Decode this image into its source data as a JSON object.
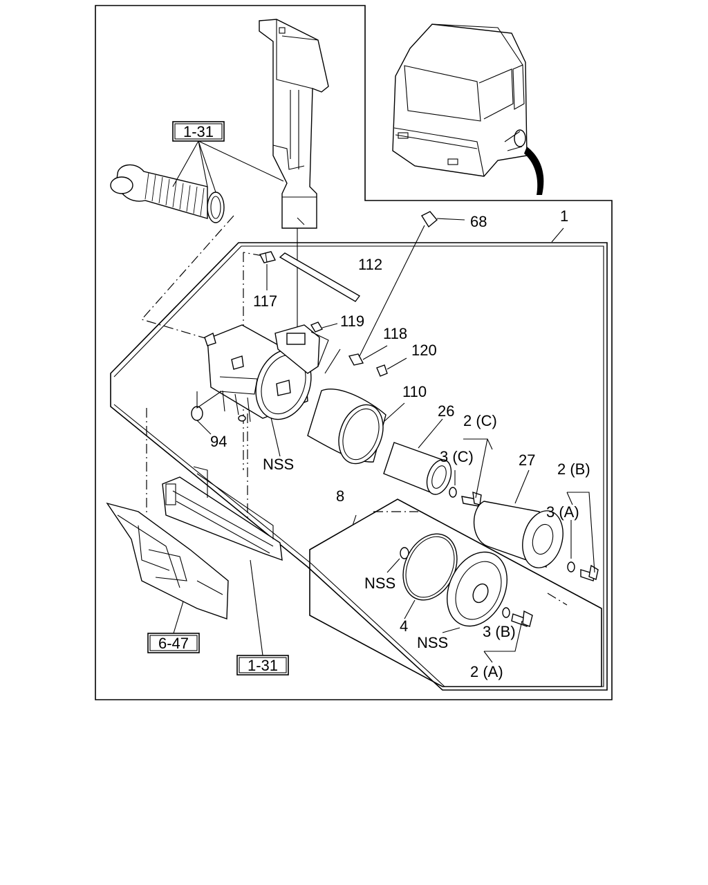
{
  "callouts": {
    "c68": "68",
    "c1": "1",
    "c112": "112",
    "c117": "117",
    "c119": "119",
    "c118": "118",
    "c120": "120",
    "c110": "110",
    "c94": "94",
    "cNSS_housing": "NSS",
    "c26": "26",
    "c2C": "2 (C)",
    "c3C": "3 (C)",
    "c27": "27",
    "c2B": "2 (B)",
    "c3A": "3 (A)",
    "c8": "8",
    "cNSS_ring": "NSS",
    "c4": "4",
    "cNSS_cover": "NSS",
    "c3B": "3 (B)",
    "c2A": "2 (A)"
  },
  "references": {
    "ref_top": "1-31",
    "ref_bottom": "1-31",
    "ref_left": "6-47"
  }
}
